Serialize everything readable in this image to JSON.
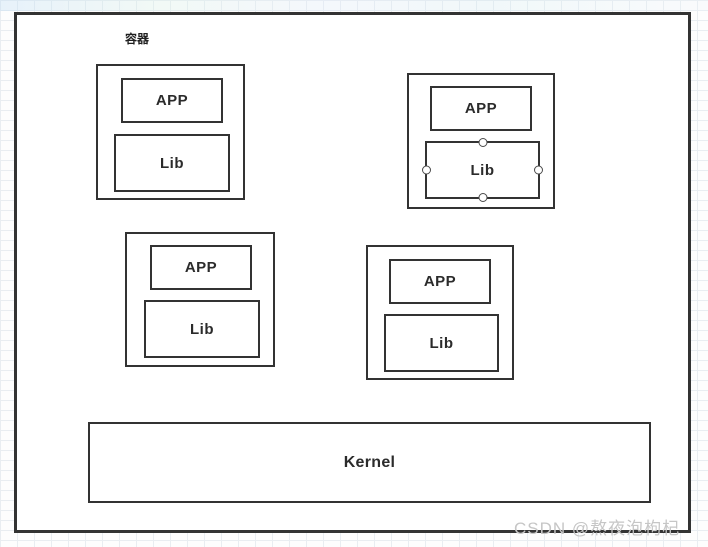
{
  "colors": {
    "shape_border": "#333333",
    "canvas_bg": "#ffffff",
    "grid_line": "#e9edf1",
    "watermark_color": "#c6c6c6"
  },
  "diagram": {
    "canvas_label": "容器",
    "containers": [
      {
        "position": "top-left",
        "app_label": "APP",
        "lib_label": "Lib",
        "lib_selected": false
      },
      {
        "position": "top-right",
        "app_label": "APP",
        "lib_label": "Lib",
        "lib_selected": true
      },
      {
        "position": "bottom-left",
        "app_label": "APP",
        "lib_label": "Lib",
        "lib_selected": false
      },
      {
        "position": "bottom-right",
        "app_label": "APP",
        "lib_label": "Lib",
        "lib_selected": false
      }
    ],
    "kernel_label": "Kernel"
  },
  "watermark": {
    "text": "CSDN @熬夜泡枸杞"
  }
}
